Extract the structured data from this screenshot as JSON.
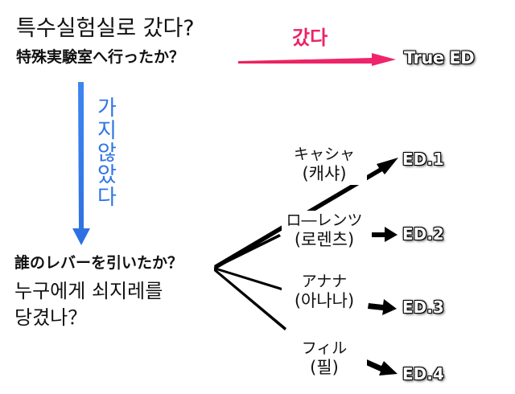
{
  "question": {
    "ko": "특수실험실로 갔다?",
    "ja": "特殊実験室へ行ったか？"
  },
  "branch_went": {
    "label": "갔다",
    "result": "True ED",
    "color": "#ea2467"
  },
  "branch_not_went": {
    "label": "가지않았다",
    "color": "#2f74e6"
  },
  "second_question": {
    "ja": "誰のレバーを引いたか？",
    "ko_line1": "누구에게 쇠지레를",
    "ko_line2": "당겼나？"
  },
  "endings": [
    {
      "ja": "キャシャ",
      "ko": "(캐샤)",
      "result": "ED.1"
    },
    {
      "ja": "ロ―レンツ",
      "ko": "(로렌츠)",
      "result": "ED.2"
    },
    {
      "ja": "アナナ",
      "ko": "(아나나)",
      "result": "ED.3"
    },
    {
      "ja": "フィル",
      "ko": "(필)",
      "result": "ED.4"
    }
  ],
  "colors": {
    "arrow_black": "#000000"
  }
}
